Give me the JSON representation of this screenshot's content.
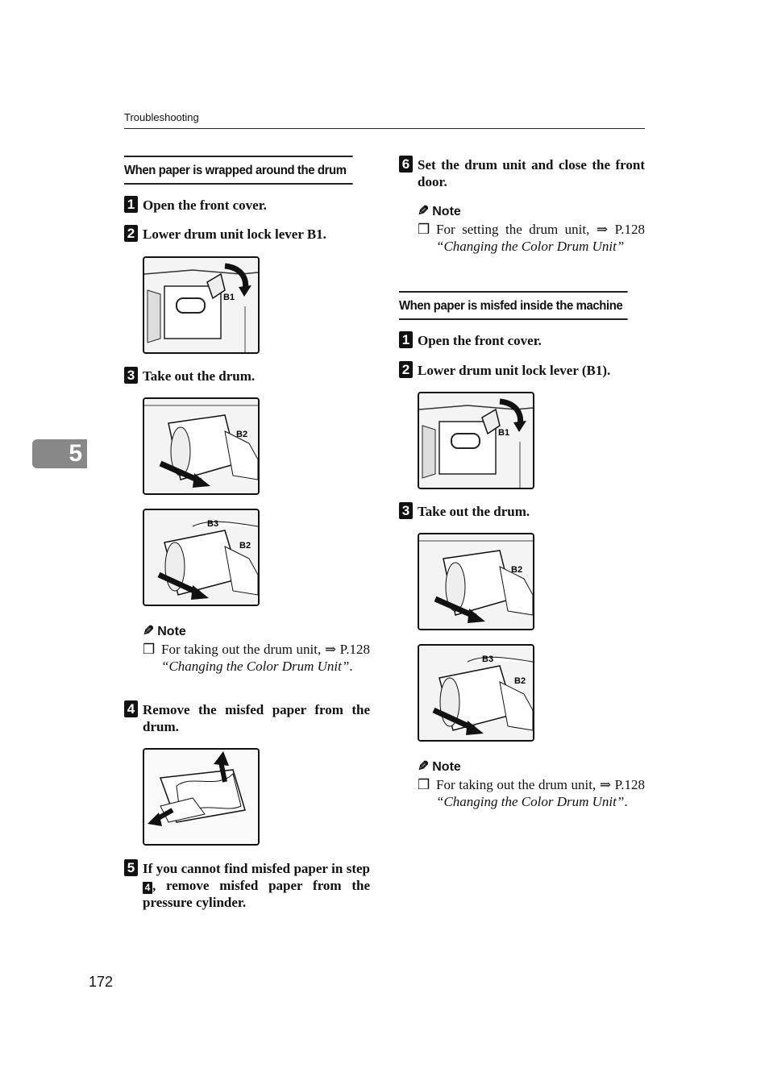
{
  "header": {
    "title": "Troubleshooting"
  },
  "chapter_tab": "5",
  "page_number": "172",
  "left": {
    "section_title": "When paper is wrapped around the drum",
    "steps": [
      {
        "num": "1",
        "text": "Open the front cover."
      },
      {
        "num": "2",
        "text": "Lower drum unit lock lever B1.",
        "figure": {
          "label": "B1"
        }
      },
      {
        "num": "3",
        "text": "Take out the drum.",
        "figures": [
          {
            "label": "B2"
          },
          {
            "label1": "B3",
            "label2": "B2"
          }
        ]
      },
      {
        "num": "4",
        "text": "Remove the misfed paper from the drum."
      },
      {
        "num": "5",
        "text_a": "If you cannot find misfed paper in step ",
        "ref": "4",
        "text_b": ", remove misfed paper from the pressure cylinder."
      }
    ],
    "note": {
      "heading": "Note",
      "text_a": "For taking out the drum unit, ⇒ P.128 ",
      "text_link": "“Changing the Color Drum Unit”",
      "text_b": "."
    }
  },
  "right": {
    "step6": {
      "num": "6",
      "text": "Set the drum unit and close the front door."
    },
    "note6": {
      "heading": "Note",
      "text_a": "For setting the drum unit, ⇒ P.128 ",
      "text_link": "“Changing the Color Drum Unit”",
      "text_b": ""
    },
    "section_title": "When paper is misfed inside the machine",
    "steps": [
      {
        "num": "1",
        "text": "Open the front cover."
      },
      {
        "num": "2",
        "text": "Lower drum unit lock lever (B1).",
        "figure": {
          "label": "B1"
        }
      },
      {
        "num": "3",
        "text": "Take out the drum.",
        "figures": [
          {
            "label": "B2"
          },
          {
            "label1": "B3",
            "label2": "B2"
          }
        ]
      }
    ],
    "note": {
      "heading": "Note",
      "text_a": "For taking out the drum unit, ⇒ P.128 ",
      "text_link": "“Changing the Color Drum Unit”",
      "text_b": "."
    }
  },
  "note_box_glyph": "❒"
}
